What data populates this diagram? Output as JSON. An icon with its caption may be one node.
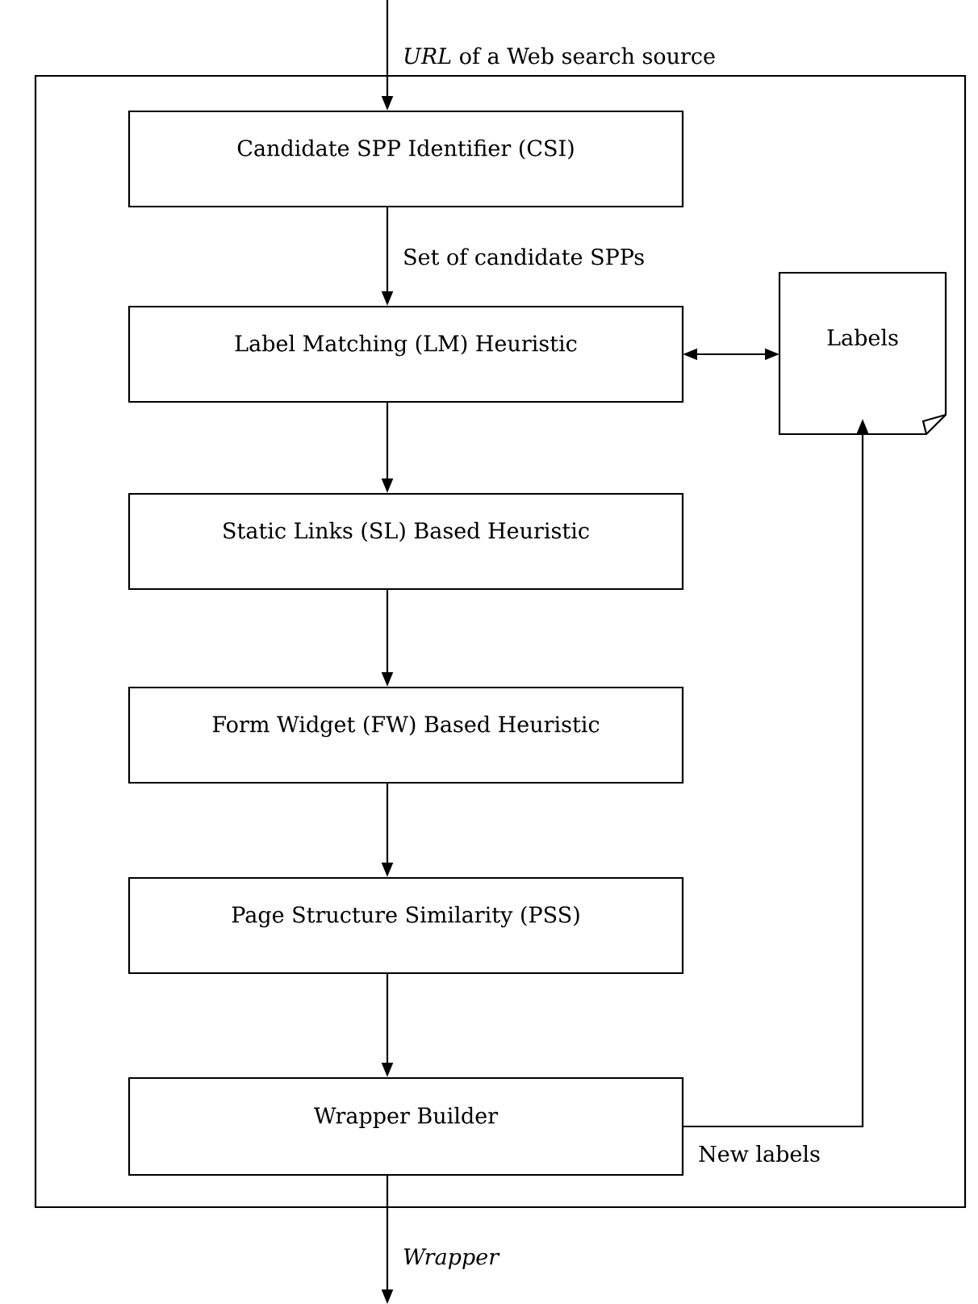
{
  "diagram": {
    "nodes": [
      {
        "text": [],
        "shape": "box"
      },
      {
        "text": [
          "Candidate SPP Identifier (CSI)"
        ],
        "in": 0
      },
      {
        "text": [
          "Label Matching (LM) Heuristic"
        ],
        "in": 0
      },
      {
        "text": [
          "Static Links (SL) Based Heuristic"
        ],
        "in": 0
      },
      {
        "text": [
          "Form Widget (FW) Based Heuristic"
        ],
        "in": 0
      },
      {
        "text": [
          "Page Structure Similarity (PSS)"
        ],
        "in": 0
      },
      {
        "text": [
          "Wrapper Builder"
        ],
        "in": 0
      },
      {
        "text": [
          "Labels"
        ],
        "in": 0
      }
    ],
    "edges": [
      {
        "from": null,
        "to": 1,
        "arrow": "to",
        "label": "*URL* of a Web search source"
      },
      {
        "from": 1,
        "to": 2,
        "arrow": "to",
        "label": "Set of candidate SPPs"
      },
      {
        "from": 2,
        "to": 7,
        "arrow": "both"
      },
      {
        "from": 2,
        "to": 3,
        "arrow": "to"
      },
      {
        "from": 3,
        "to": 4,
        "arrow": "to"
      },
      {
        "from": 4,
        "to": 5,
        "arrow": "to"
      },
      {
        "from": 5,
        "to": 6,
        "arrow": "to"
      },
      {
        "from": 6,
        "to": 7,
        "arrow": "to",
        "label": "New labels"
      },
      {
        "from": 6,
        "to": null,
        "arrow": "to",
        "label": "Wrapper"
      }
    ]
  }
}
